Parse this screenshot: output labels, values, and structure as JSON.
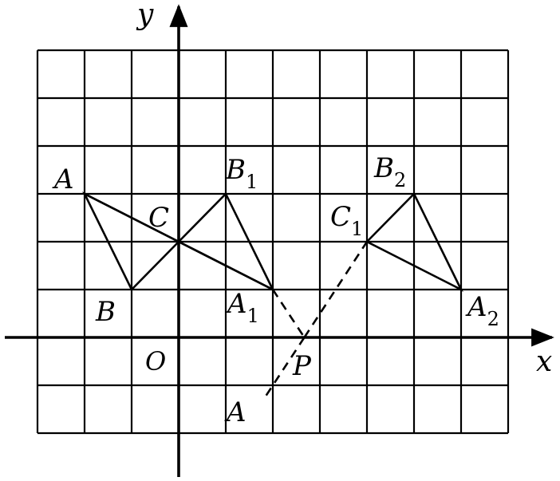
{
  "diagram": {
    "grid": {
      "x_min": -3,
      "x_max": 7,
      "y_min": -2,
      "y_max": 6
    },
    "axes": {
      "x_label": "x",
      "y_label": "y",
      "origin_label": "O"
    },
    "points": [
      {
        "id": "A",
        "label": "A",
        "sub": "",
        "x": -2,
        "y": 3
      },
      {
        "id": "B",
        "label": "B",
        "sub": "",
        "x": -1,
        "y": 1
      },
      {
        "id": "C",
        "label": "C",
        "sub": "",
        "x": 0,
        "y": 2
      },
      {
        "id": "A1",
        "label": "A",
        "sub": "1",
        "x": 2,
        "y": 1
      },
      {
        "id": "B1",
        "label": "B",
        "sub": "1",
        "x": 1,
        "y": 3
      },
      {
        "id": "C1",
        "label": "C",
        "sub": "1",
        "x": 4,
        "y": 2
      },
      {
        "id": "A2",
        "label": "A",
        "sub": "2",
        "x": 6,
        "y": 1
      },
      {
        "id": "B2",
        "label": "B",
        "sub": "2",
        "x": 5,
        "y": 3
      },
      {
        "id": "P",
        "label": "P",
        "sub": "",
        "x": 2.67,
        "y": 0
      },
      {
        "id": "Ap",
        "label": "A",
        "sub": "",
        "x": 1.8,
        "y": -1.3
      }
    ],
    "triangles": [
      {
        "name": "triangle-ABC",
        "vertices": [
          "A",
          "B",
          "C"
        ]
      },
      {
        "name": "triangle-A1B1C",
        "vertices": [
          "A1",
          "B1",
          "C"
        ]
      },
      {
        "name": "triangle-A2B2C1",
        "vertices": [
          "A2",
          "B2",
          "C1"
        ]
      }
    ],
    "extra_segments": [
      {
        "name": "segment-A-C",
        "from": "A",
        "to": "C",
        "style": "solid"
      },
      {
        "name": "segment-C-A1",
        "from": "C",
        "to": "A1",
        "style": "solid"
      }
    ],
    "dashed_segments": [
      {
        "name": "dashed-A1-P",
        "from": "A1",
        "to": "P"
      },
      {
        "name": "dashed-P-C1",
        "from": "P",
        "to": "C1"
      },
      {
        "name": "dashed-P-Ap",
        "from": "P",
        "to": "Ap"
      }
    ]
  }
}
